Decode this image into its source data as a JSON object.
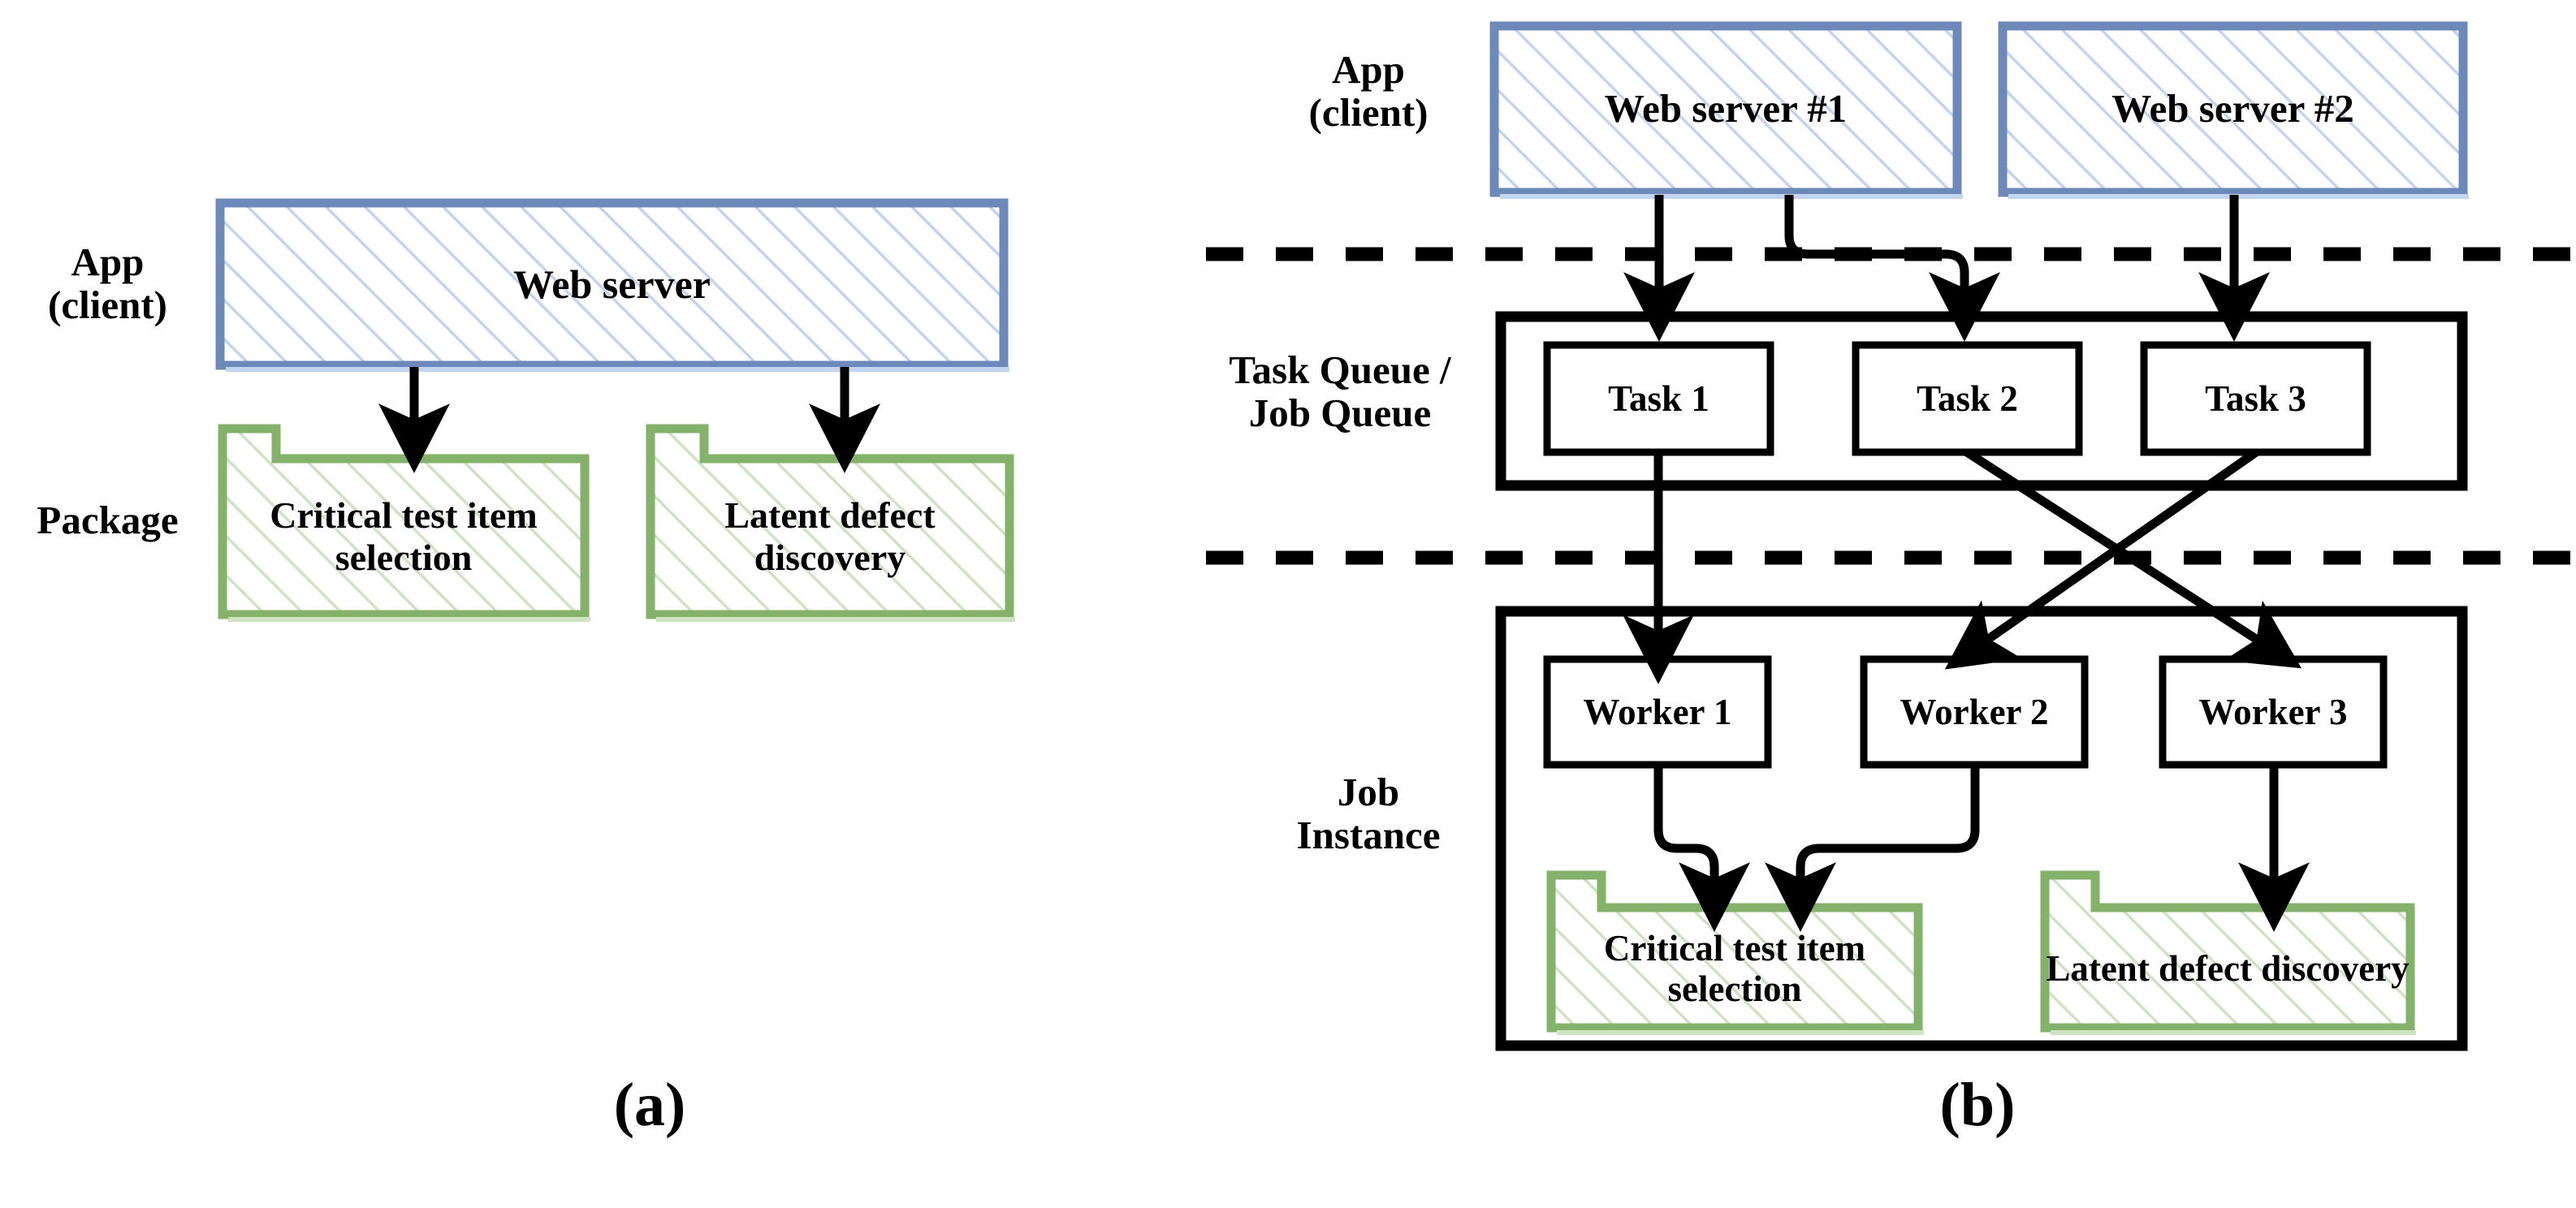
{
  "figure": {
    "panels": [
      {
        "caption": "(a)",
        "swimlanes": [
          {
            "label": "App\n(client)"
          },
          {
            "label": "Package"
          }
        ],
        "nodes": [
          {
            "id": "web-server",
            "kind": "component",
            "label": "Web server"
          },
          {
            "id": "pkg-critical",
            "kind": "package",
            "label": "Critical test item\nselection"
          },
          {
            "id": "pkg-latent",
            "kind": "package",
            "label": "Latent defect\ndiscovery"
          }
        ],
        "edges": [
          {
            "from": "web-server",
            "to": "pkg-critical"
          },
          {
            "from": "web-server",
            "to": "pkg-latent"
          }
        ]
      },
      {
        "caption": "(b)",
        "swimlanes": [
          {
            "label": "App\n(client)"
          },
          {
            "label": "Task Queue /\nJob Queue"
          },
          {
            "label": "Job\nInstance"
          }
        ],
        "nodes": [
          {
            "id": "web-server-1",
            "kind": "component",
            "label": "Web server #1"
          },
          {
            "id": "web-server-2",
            "kind": "component",
            "label": "Web server #2"
          },
          {
            "id": "task-1",
            "kind": "task",
            "label": "Task 1"
          },
          {
            "id": "task-2",
            "kind": "task",
            "label": "Task 2"
          },
          {
            "id": "task-3",
            "kind": "task",
            "label": "Task 3"
          },
          {
            "id": "worker-1",
            "kind": "worker",
            "label": "Worker 1"
          },
          {
            "id": "worker-2",
            "kind": "worker",
            "label": "Worker 2"
          },
          {
            "id": "worker-3",
            "kind": "worker",
            "label": "Worker 3"
          },
          {
            "id": "pkg-critical-b",
            "kind": "package",
            "label": "Critical test item\nselection"
          },
          {
            "id": "pkg-latent-b",
            "kind": "package",
            "label": "Latent defect\ndiscovery"
          }
        ],
        "edges": [
          {
            "from": "web-server-1",
            "to": "task-1"
          },
          {
            "from": "web-server-1",
            "to": "task-2"
          },
          {
            "from": "web-server-2",
            "to": "task-3"
          },
          {
            "from": "task-1",
            "to": "worker-1"
          },
          {
            "from": "task-2",
            "to": "worker-3"
          },
          {
            "from": "task-3",
            "to": "worker-2"
          },
          {
            "from": "worker-1",
            "to": "pkg-critical-b"
          },
          {
            "from": "worker-2",
            "to": "pkg-critical-b"
          },
          {
            "from": "worker-3",
            "to": "pkg-latent-b"
          }
        ]
      }
    ]
  },
  "colors": {
    "component_border": "#6d89ba",
    "component_hatch": "#c3d5ee",
    "package_border": "#84b26a",
    "package_hatch": "#cfe2c2",
    "stroke": "#000000",
    "background": "#ffffff"
  }
}
